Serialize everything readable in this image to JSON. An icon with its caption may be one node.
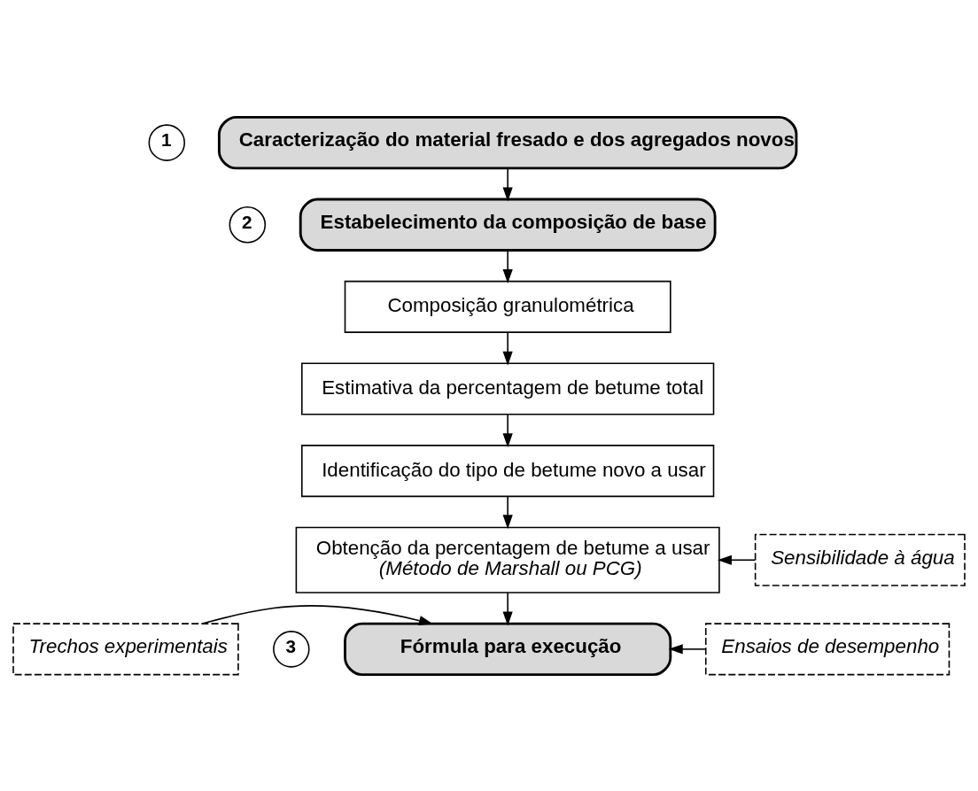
{
  "diagram": {
    "nodes": [
      {
        "text": [
          "1"
        ]
      },
      {
        "text": [
          "Caracterização do material fresado e dos agregados novos"
        ]
      },
      {
        "text": [
          "2"
        ]
      },
      {
        "text": [
          "Estabelecimento da composição de base"
        ]
      },
      {
        "text": [
          "Composição granulométrica"
        ]
      },
      {
        "text": [
          "Estimativa da percentagem de betume total"
        ]
      },
      {
        "text": [
          "Identificação do tipo de betume novo a usar"
        ]
      },
      {
        "text": [
          "Obtenção da percentagem de betume a usar",
          "(Método de Marshall ou PCG)"
        ]
      },
      {
        "text": [
          "Sensibilidade à água"
        ]
      },
      {
        "text": [
          "3"
        ]
      },
      {
        "text": [
          "Trechos experimentais"
        ]
      },
      {
        "text": [
          "Fórmula para execução"
        ]
      },
      {
        "text": [
          "Ensaios de desempenho"
        ]
      }
    ],
    "edges": [
      {
        "from": 1,
        "to": 3,
        "arrow": "to"
      },
      {
        "from": 3,
        "to": 4,
        "arrow": "to"
      },
      {
        "from": 4,
        "to": 5,
        "arrow": "to"
      },
      {
        "from": 5,
        "to": 6,
        "arrow": "to"
      },
      {
        "from": 6,
        "to": 7,
        "arrow": "to"
      },
      {
        "from": 8,
        "to": 7,
        "arrow": "to"
      },
      {
        "from": 7,
        "to": 11,
        "arrow": "to"
      },
      {
        "from": 10,
        "to": 11,
        "arrow": "to"
      },
      {
        "from": 12,
        "to": 11,
        "arrow": "to"
      }
    ]
  }
}
